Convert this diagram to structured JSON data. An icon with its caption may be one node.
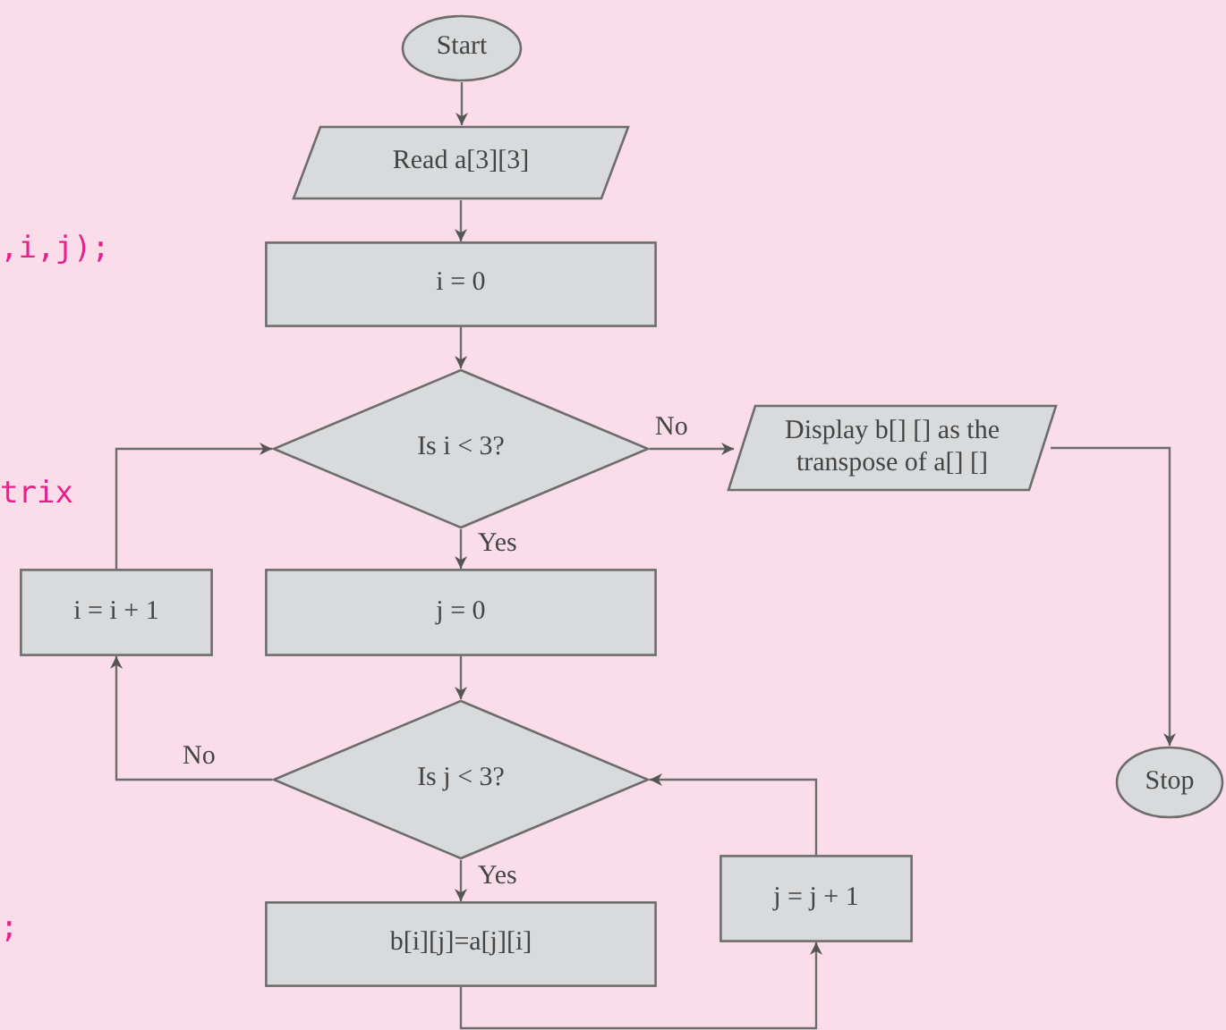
{
  "diagram": {
    "nodes": [
      {
        "text": [
          "Start"
        ]
      },
      {
        "text": [
          "Read a[3][3]"
        ]
      },
      {
        "text": [
          "i = 0"
        ]
      },
      {
        "text": [
          "Is i < 3?"
        ]
      },
      {
        "text": [
          "Display b[] [] as the transpose of a[] []"
        ]
      },
      {
        "text": [
          "Stop"
        ]
      },
      {
        "text": [
          "i = i + 1"
        ]
      },
      {
        "text": [
          "j = 0"
        ]
      },
      {
        "text": [
          "Is j < 3?"
        ]
      },
      {
        "text": [
          "j = j + 1"
        ]
      },
      {
        "text": [
          "b[i][j]=a[j][i]"
        ]
      }
    ],
    "edges": [
      {
        "from": 0,
        "to": 1,
        "arrow": "to"
      },
      {
        "from": 1,
        "to": 2,
        "arrow": "to"
      },
      {
        "from": 2,
        "to": 3,
        "arrow": "to"
      },
      {
        "from": 3,
        "to": 4,
        "arrow": "to",
        "label": "No"
      },
      {
        "from": 4,
        "to": 5,
        "arrow": "to"
      },
      {
        "from": 3,
        "to": 7,
        "arrow": "to",
        "label": "Yes"
      },
      {
        "from": 7,
        "to": 8,
        "arrow": "to"
      },
      {
        "from": 8,
        "to": 10,
        "arrow": "to",
        "label": "Yes"
      },
      {
        "from": 10,
        "to": 9,
        "arrow": "to"
      },
      {
        "from": 9,
        "to": 8,
        "arrow": "to"
      },
      {
        "from": 8,
        "to": 6,
        "arrow": "to",
        "label": "No"
      },
      {
        "from": 6,
        "to": 3,
        "arrow": "to"
      }
    ],
    "labels": [
      ",i,j);",
      "trix",
      ";"
    ]
  }
}
